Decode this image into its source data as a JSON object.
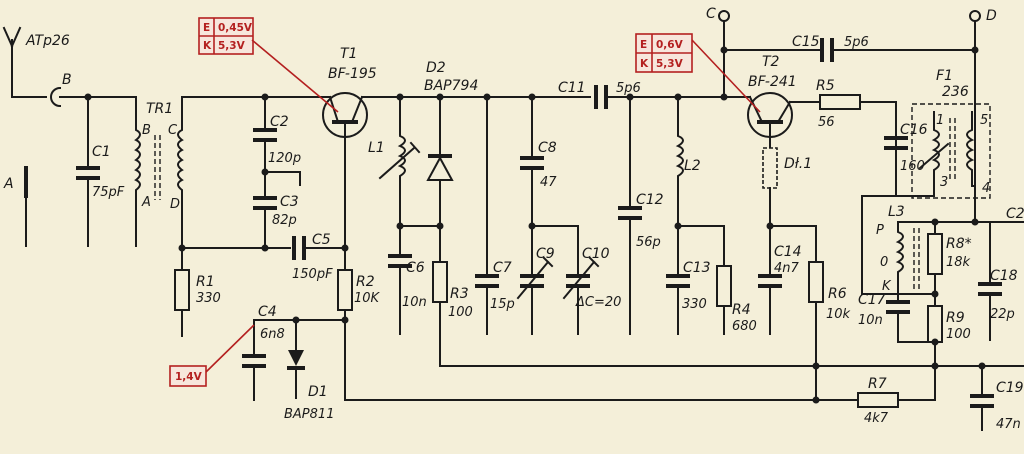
{
  "antenna": {
    "label": "ATp26",
    "point_b": "B",
    "point_a": "A"
  },
  "terminals": {
    "c": "C",
    "d": "D"
  },
  "edge_label": "C2",
  "transistors": [
    {
      "ref": "T1",
      "type": "BF-195"
    },
    {
      "ref": "T2",
      "type": "BF-241"
    }
  ],
  "diodes": [
    {
      "ref": "D2",
      "type": "BAP794"
    },
    {
      "ref": "D1",
      "type": "BAP811"
    }
  ],
  "transformer": {
    "ref": "TR1",
    "pins": [
      "B",
      "C",
      "A",
      "D"
    ]
  },
  "filter": {
    "ref": "F1",
    "type": "236",
    "pins": [
      "1",
      "5",
      "3",
      "4"
    ]
  },
  "choke": {
    "ref": "Dł.1"
  },
  "coils": {
    "l1": "L1",
    "l2": "L2",
    "l3": "L3",
    "l3_taps": [
      "P",
      "0",
      "K"
    ]
  },
  "capacitors": [
    {
      "ref": "C1",
      "value": "75pF"
    },
    {
      "ref": "C2",
      "value": "120p"
    },
    {
      "ref": "C3",
      "value": "82p"
    },
    {
      "ref": "C4",
      "value": "6n8"
    },
    {
      "ref": "C5",
      "value": "150pF"
    },
    {
      "ref": "C6",
      "value": "10n"
    },
    {
      "ref": "C7",
      "value": "15p"
    },
    {
      "ref": "C8",
      "value": "47"
    },
    {
      "ref": "C9",
      "value": ""
    },
    {
      "ref": "C10",
      "value": "ΔC=20"
    },
    {
      "ref": "C11",
      "value": "5p6"
    },
    {
      "ref": "C12",
      "value": "56p"
    },
    {
      "ref": "C13",
      "value": "330"
    },
    {
      "ref": "C14",
      "value": "4n7"
    },
    {
      "ref": "C15",
      "value": "5p6"
    },
    {
      "ref": "C16",
      "value": "160"
    },
    {
      "ref": "C17",
      "value": "10n"
    },
    {
      "ref": "C18",
      "value": "22p"
    },
    {
      "ref": "C19",
      "value": "47n"
    }
  ],
  "resistors": [
    {
      "ref": "R1",
      "value": "330"
    },
    {
      "ref": "R2",
      "value": "10K"
    },
    {
      "ref": "R3",
      "value": "100"
    },
    {
      "ref": "R4",
      "value": "680"
    },
    {
      "ref": "R5",
      "value": "56"
    },
    {
      "ref": "R6",
      "value": "10k"
    },
    {
      "ref": "R7",
      "value": "4k7"
    },
    {
      "ref": "R8*",
      "value": "18k"
    },
    {
      "ref": "R9",
      "value": "100"
    }
  ],
  "voltages": {
    "t1": [
      {
        "pin": "E",
        "value": "0,45V"
      },
      {
        "pin": "K",
        "value": "5,3V"
      }
    ],
    "t2": [
      {
        "pin": "E",
        "value": "0,6V"
      },
      {
        "pin": "K",
        "value": "5,3V"
      }
    ],
    "d1": "1,4V"
  },
  "colors": {
    "paper": "#f4efd9",
    "ink": "#1b1b1b",
    "annotation_red": "#b42020"
  }
}
